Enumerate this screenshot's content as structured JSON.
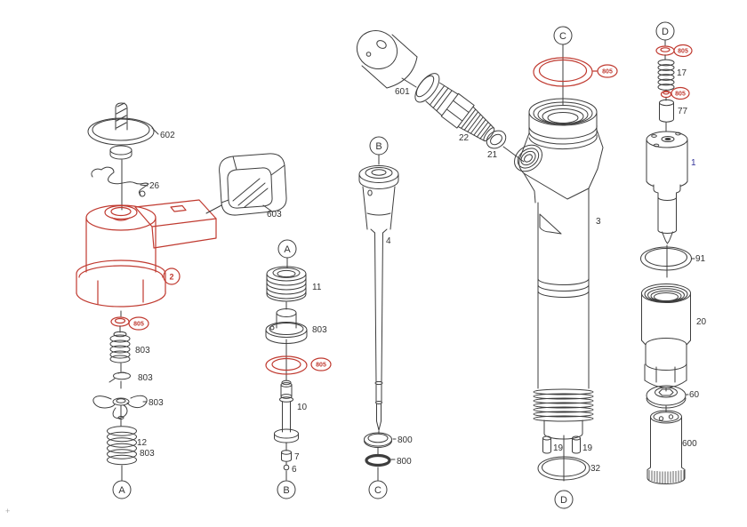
{
  "title": "Fuel injector exploded parts diagram",
  "colors": {
    "line": "#3d3d3d",
    "red": "#c03a30",
    "blue": "#333399",
    "text": "#333333"
  },
  "callouts": {
    "a_top": "A",
    "a_bottom": "A",
    "b_top": "B",
    "b_bottom": "B",
    "c_top": "C",
    "c_bottom": "C",
    "d_top": "D",
    "d_bottom": "D"
  },
  "labels": {
    "part_602": "602",
    "part_26": "26",
    "part_2": "2",
    "seal_805_solenoid": "805",
    "part_803_spring_small": "803",
    "part_803_washer": "803",
    "part_803_star": "803",
    "part_12": "12",
    "part_803_spring_large": "803",
    "part_603": "603",
    "part_11": "11",
    "part_803_seat": "803",
    "seal_805_valve": "805",
    "part_10": "10",
    "part_7": "7",
    "part_6": "6",
    "part_601": "601",
    "part_22": "22",
    "part_21": "21",
    "part_4": "4",
    "seal_800_ring": "800",
    "seal_800_oring": "800",
    "seal_805_body": "805",
    "part_3": "3",
    "part_19_left": "19",
    "part_19_right": "19",
    "part_32": "32",
    "seal_805_pin": "805",
    "part_17": "17",
    "seal_805_small": "805",
    "part_77": "77",
    "part_1": "1",
    "part_91": "91",
    "part_20": "20",
    "part_60": "60",
    "part_600": "600",
    "corner_mark": "+"
  }
}
